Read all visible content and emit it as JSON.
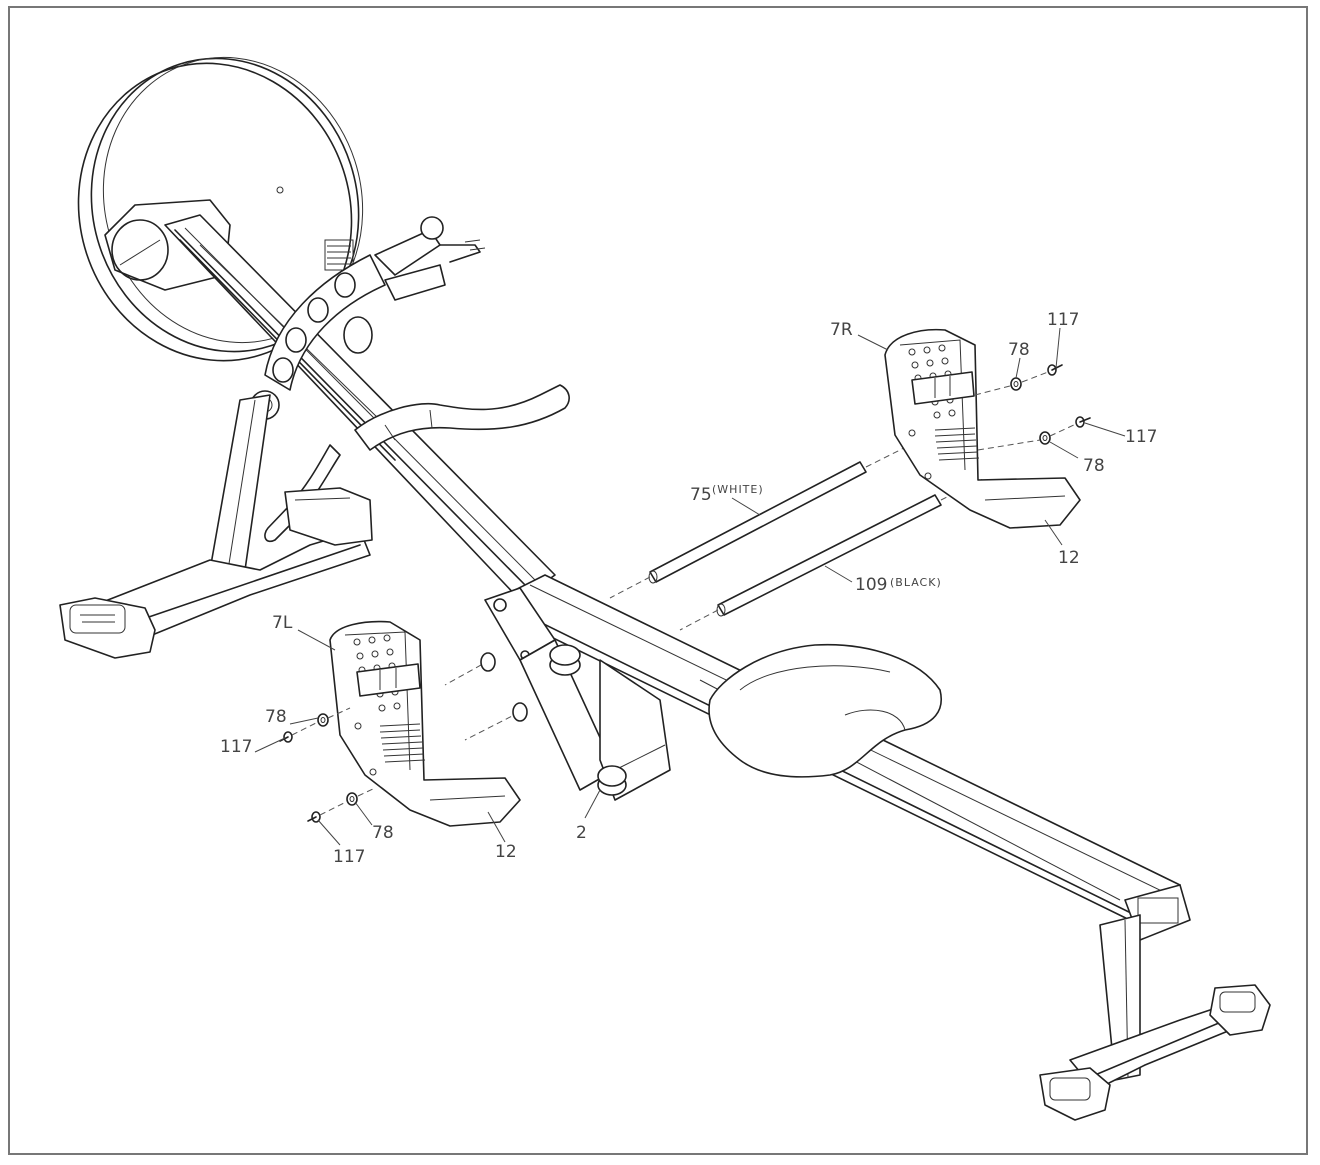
{
  "labels": {
    "l_7R": "7R",
    "l_117a": "117",
    "l_78a": "78",
    "l_117b": "117",
    "l_78b": "78",
    "l_12r": "12",
    "l_75": "75",
    "l_75note": "(WHITE)",
    "l_109": "109",
    "l_109note": "(BLACK)",
    "l_7L": "7L",
    "l_78c": "78",
    "l_117c": "117",
    "l_78d": "78",
    "l_117d": "117",
    "l_12l": "12",
    "l_2": "2"
  }
}
